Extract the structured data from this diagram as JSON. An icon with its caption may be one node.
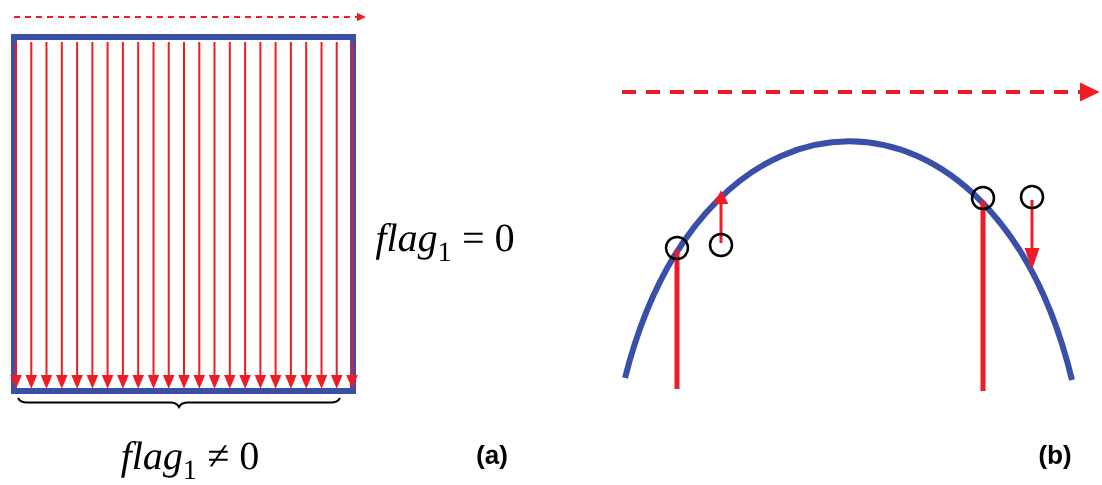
{
  "diagram": {
    "labels": [
      "*flag*$_{1}$ = 0",
      "*flag*$_{1}$ ≠ 0",
      "(a)",
      "(b)"
    ]
  }
}
